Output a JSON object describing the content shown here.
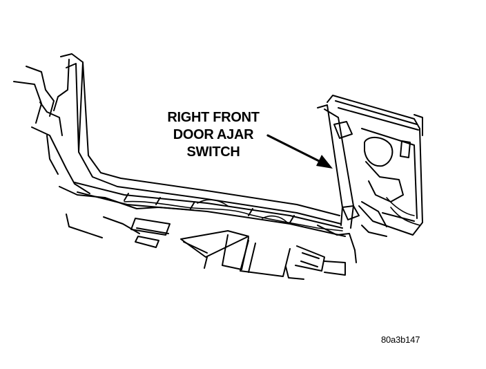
{
  "callout": {
    "line1": "RIGHT FRONT",
    "line2": "DOOR AJAR",
    "line3": "SWITCH"
  },
  "figure_code": "80a3b147",
  "colors": {
    "ink": "#000000",
    "paper": "#ffffff"
  }
}
